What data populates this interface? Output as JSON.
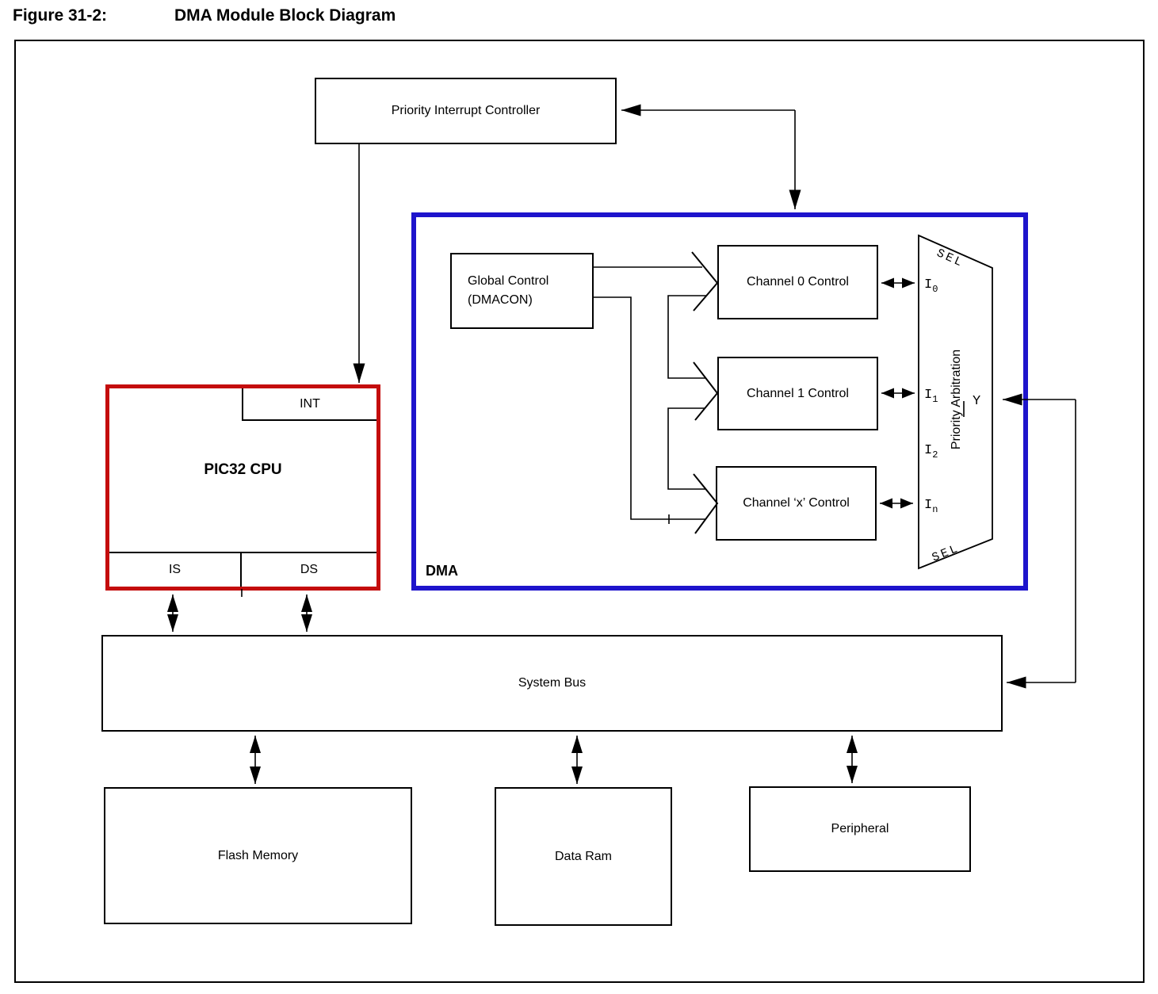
{
  "title": {
    "figure_label": "Figure 31-2:",
    "figure_title": "DMA Module Block Diagram"
  },
  "colors": {
    "dma_border": "#1e14cc",
    "cpu_border": "#c40d0d"
  },
  "blocks": {
    "priority_interrupt_controller": "Priority Interrupt Controller",
    "global_control_line1": "Global Control",
    "global_control_line2": "(DMACON)",
    "channel0": "Channel 0 Control",
    "channel1": "Channel 1 Control",
    "channelx": "Channel ‘x’ Control",
    "dma_label": "DMA",
    "cpu": "PIC32 CPU",
    "int": "INT",
    "is": "IS",
    "ds": "DS",
    "system_bus": "System Bus",
    "flash": "Flash Memory",
    "data_ram": "Data Ram",
    "peripheral": "Peripheral"
  },
  "mux": {
    "sel_top": "SEL",
    "sel_bottom": "SEL",
    "label": "Priority Arbitration",
    "output": "Y",
    "inputs": [
      {
        "base": "I",
        "sub": "0"
      },
      {
        "base": "I",
        "sub": "1"
      },
      {
        "base": "I",
        "sub": "2"
      },
      {
        "base": "I",
        "sub": "n"
      }
    ]
  }
}
